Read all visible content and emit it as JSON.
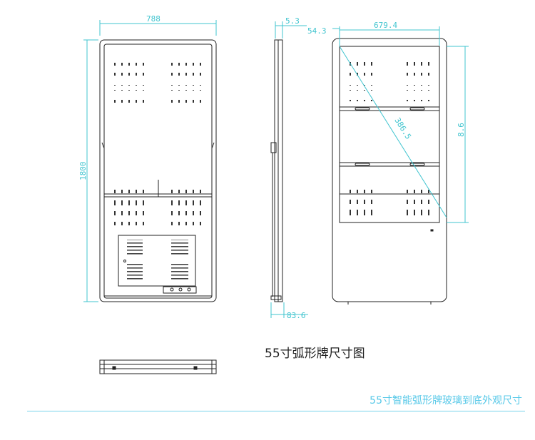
{
  "dimensions": {
    "front_width": "788",
    "front_height": "1800",
    "side_depth_top": "5.3",
    "side_depth_bottom": "83.6",
    "screen_offset": "54.3",
    "screen_width": "679.4",
    "screen_diagonal": "386.5",
    "screen_edge": "8.6"
  },
  "caption": "55寸弧形牌尺寸图",
  "footer": {
    "title": "55寸智能弧形牌玻璃到底外观尺寸"
  },
  "colors": {
    "dimension": "#40c4cf",
    "outline": "#222222",
    "footer": "#56c8e8"
  }
}
